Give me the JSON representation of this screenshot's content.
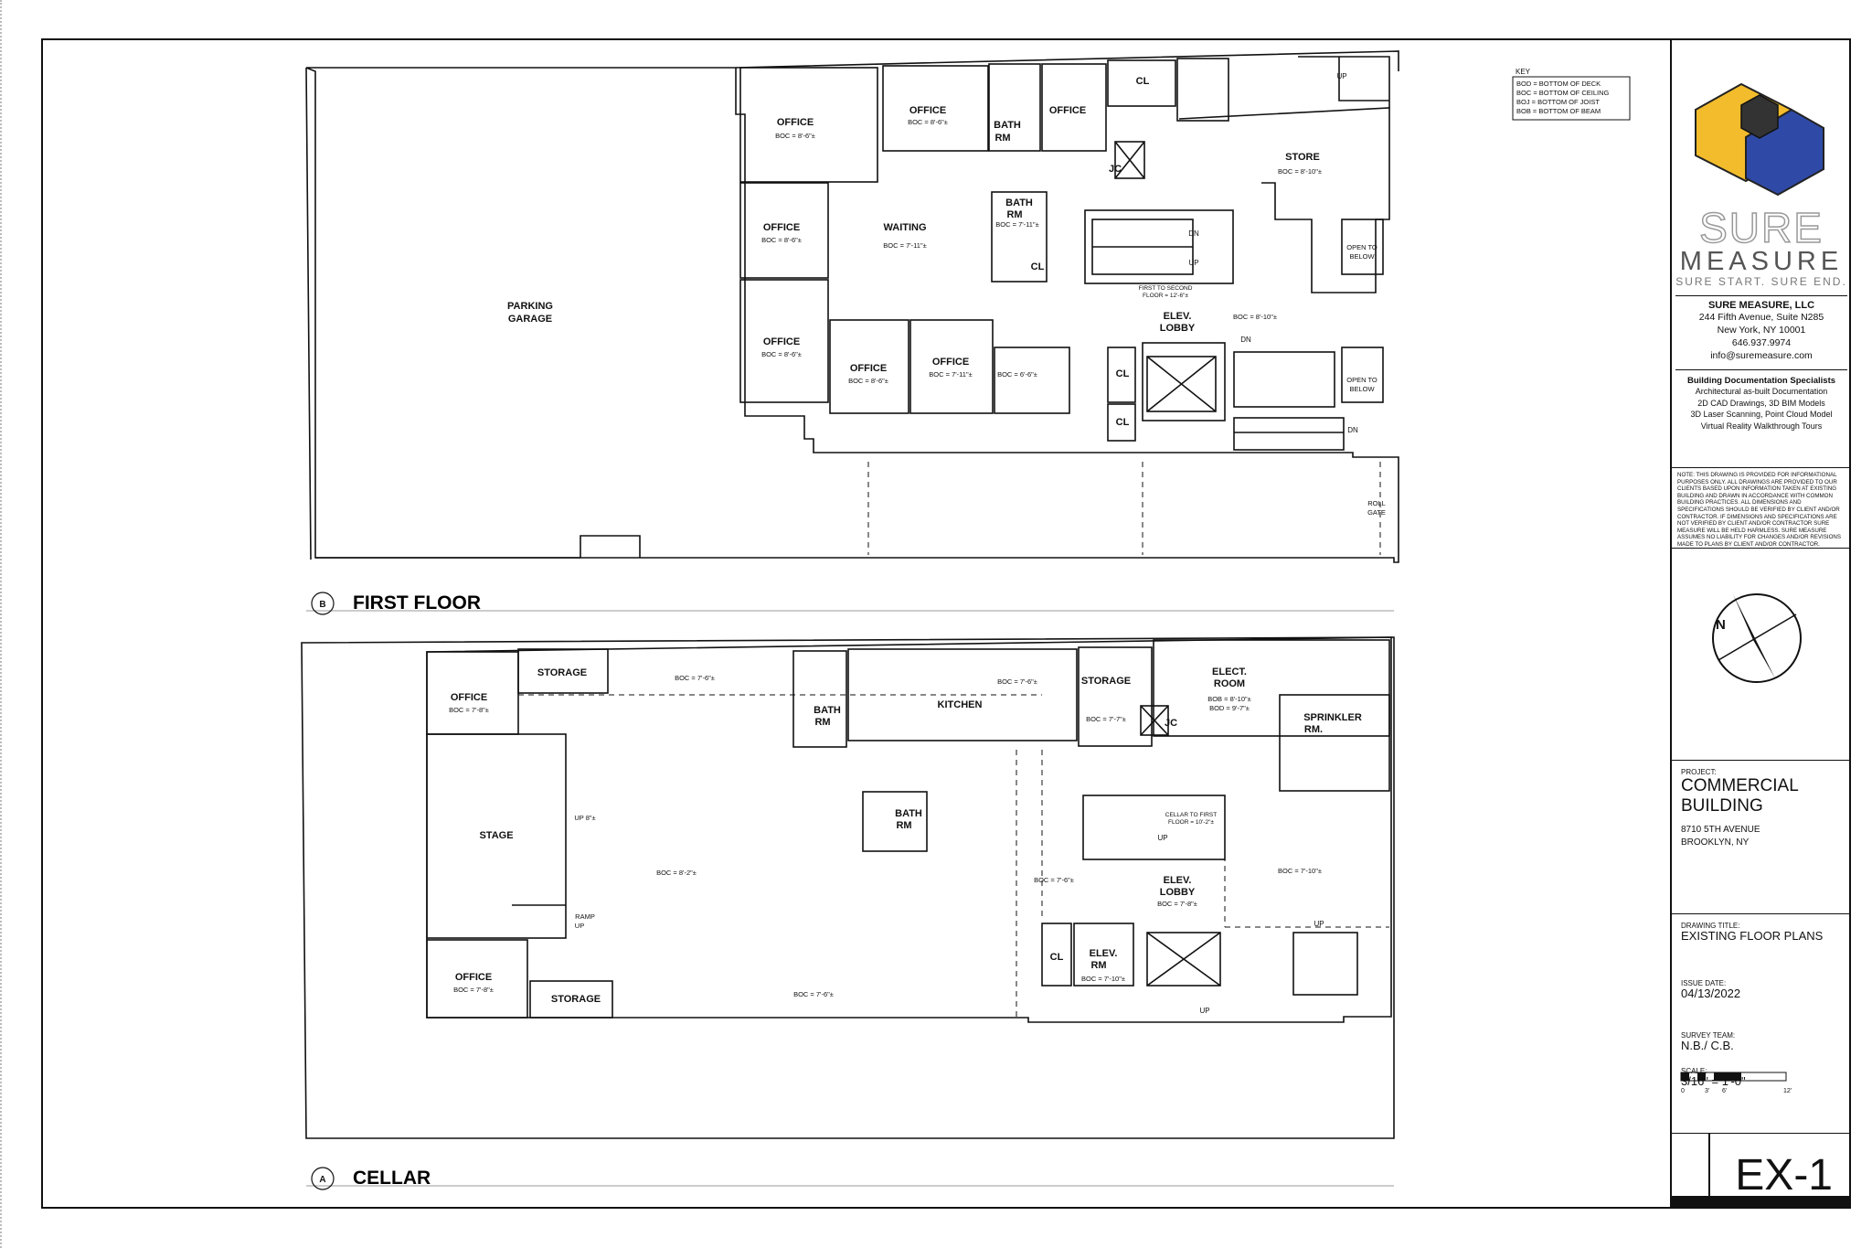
{
  "key": {
    "title": "KEY",
    "lines": [
      "BOD = BOTTOM OF DECK",
      "BOC = BOTTOM OF CEILING",
      "BOJ = BOTTOM OF JOIST",
      "BOB = BOTTOM OF BEAM"
    ]
  },
  "first_floor": {
    "title": "FIRST FLOOR",
    "marker": "B",
    "rooms": {
      "parking": "PARKING",
      "parking2": "GARAGE",
      "office1": "OFFICE",
      "office1_boc": "BOC = 8'-6\"±",
      "office2": "OFFICE",
      "office2_boc": "BOC = 8'-6\"±",
      "bath1a": "BATH",
      "bath1b": "RM",
      "office3": "OFFICE",
      "cl1": "CL",
      "up1": "UP",
      "store": "STORE",
      "store_boc": "BOC = 8'-10\"±",
      "jc": "JC",
      "office4": "OFFICE",
      "office4_boc": "BOC = 8'-6\"±",
      "waiting": "WAITING",
      "waiting_boc": "BOC = 7'-11\"±",
      "bath2a": "BATH",
      "bath2b": "RM",
      "bath2_boc": "BOC = 7'-11\"±",
      "dn1": "DN",
      "up2": "UP",
      "cl2": "CL",
      "first_to_second_a": "FIRST TO SECOND",
      "first_to_second_b": "FLOOR = 12'-6\"±",
      "open1a": "OPEN TO",
      "open1b": "BELOW",
      "office5": "OFFICE",
      "office5_boc": "BOC = 8'-6\"±",
      "office6": "OFFICE",
      "office6_boc": "BOC = 8'-6\"±",
      "office7": "OFFICE",
      "office7_boc": "BOC = 7'-11\"±",
      "boc_misc": "BOC = 6'-6\"±",
      "elev_lobby_a": "ELEV.",
      "elev_lobby_b": "LOBBY",
      "lobby_boc": "BOC = 8'-10\"±",
      "dn2": "DN",
      "open2a": "OPEN TO",
      "open2b": "BELOW",
      "cl3": "CL",
      "cl4": "CL",
      "dn3": "DN",
      "roll_a": "ROLL",
      "roll_b": "GATE"
    }
  },
  "cellar": {
    "title": "CELLAR",
    "marker": "A",
    "rooms": {
      "storage1": "STORAGE",
      "boc_top": "BOC = 7'-6\"±",
      "office1": "OFFICE",
      "office1_boc": "BOC = 7'-8\"±",
      "bath1a": "BATH",
      "bath1b": "RM",
      "kitchen": "KITCHEN",
      "kitchen_boc": "BOC = 7'-6\"±",
      "storage2": "STORAGE",
      "storage2_boc": "BOC = 7'-7\"±",
      "elect_a": "ELECT.",
      "elect_b": "ROOM",
      "elect_bob": "BOB = 8'-10\"±",
      "elect_bod": "BOD = 9'-7\"±",
      "jc": "JC",
      "sprinkler_a": "SPRINKLER",
      "sprinkler_b": "RM.",
      "stage": "STAGE",
      "up8": "UP 8\"±",
      "bath2a": "BATH",
      "bath2b": "RM",
      "main_boc": "BOC = 8'-2\"±",
      "cellar_to_first_a": "CELLAR TO FIRST",
      "cellar_to_first_b": "FLOOR = 10'-2\"±",
      "up1": "UP",
      "right_boc": "BOC = 7'-10\"±",
      "ramp_a": "RAMP",
      "ramp_b": "UP",
      "boc_mid": "BOC = 7'-6\"±",
      "elev_lobby_a": "ELEV.",
      "elev_lobby_b": "LOBBY",
      "elev_lobby_boc": "BOC = 7'-8\"±",
      "up2": "UP",
      "office2": "OFFICE",
      "office2_boc": "BOC = 7'-8\"±",
      "storage3": "STORAGE",
      "boc_bottom": "BOC = 7'-6\"±",
      "cl": "CL",
      "elev_rm_a": "ELEV.",
      "elev_rm_b": "RM",
      "elev_rm_boc": "BOC = 7'-10\"±",
      "up3": "UP"
    }
  },
  "title_block": {
    "brand_sure": "SURE",
    "brand_measure": "MEASURE",
    "tagline": "SURE START. SURE END.",
    "company": "SURE MEASURE, LLC",
    "address1": "244 Fifth Avenue, Suite N285",
    "address2": "New York, NY 10001",
    "phone": "646.937.9974",
    "email": "info@suremeasure.com",
    "services_title": "Building Documentation Specialists",
    "services": [
      "Architectural as-built Documentation",
      "2D CAD Drawings, 3D BIM Models",
      "3D Laser Scanning, Point Cloud Model",
      "Virtual Reality Walkthrough Tours"
    ],
    "note": "NOTE: THIS DRAWING IS PROVIDED FOR INFORMATIONAL PURPOSES ONLY. ALL DRAWINGS ARE PROVIDED TO OUR CLIENTS BASED UPON INFORMATION TAKEN AT EXISTING BUILDING AND DRAWN IN ACCORDANCE WITH COMMON BUILDING PRACTICES. ALL DIMENSIONS AND SPECIFICATIONS SHOULD BE VERIFIED BY CLIENT AND/OR CONTRACTOR. IF DIMENSIONS AND SPECIFICATIONS ARE NOT VERIFIED BY CLIENT AND/OR CONTRACTOR SURE MEASURE WILL BE HELD HARMLESS. SURE MEASURE ASSUMES NO LIABILITY FOR CHANGES AND/OR REVISIONS MADE TO PLANS BY CLIENT AND/OR CONTRACTOR.",
    "north": "N",
    "project_label": "PROJECT:",
    "project_name_1": "COMMERCIAL",
    "project_name_2": "BUILDING",
    "project_addr_1": "8710 5TH AVENUE",
    "project_addr_2": "BROOKLYN, NY",
    "drawing_title_label": "DRAWING TITLE:",
    "drawing_title": "EXISTING FLOOR PLANS",
    "issue_date_label": "ISSUE DATE:",
    "issue_date": "04/13/2022",
    "survey_team_label": "SURVEY TEAM:",
    "survey_team": "N.B./ C.B.",
    "scale_label": "SCALE:",
    "scale": "3/16\" = 1'-0\"",
    "scale_ticks": [
      "0",
      "3'",
      "6'",
      "12'"
    ],
    "sheet_number": "EX-1"
  }
}
